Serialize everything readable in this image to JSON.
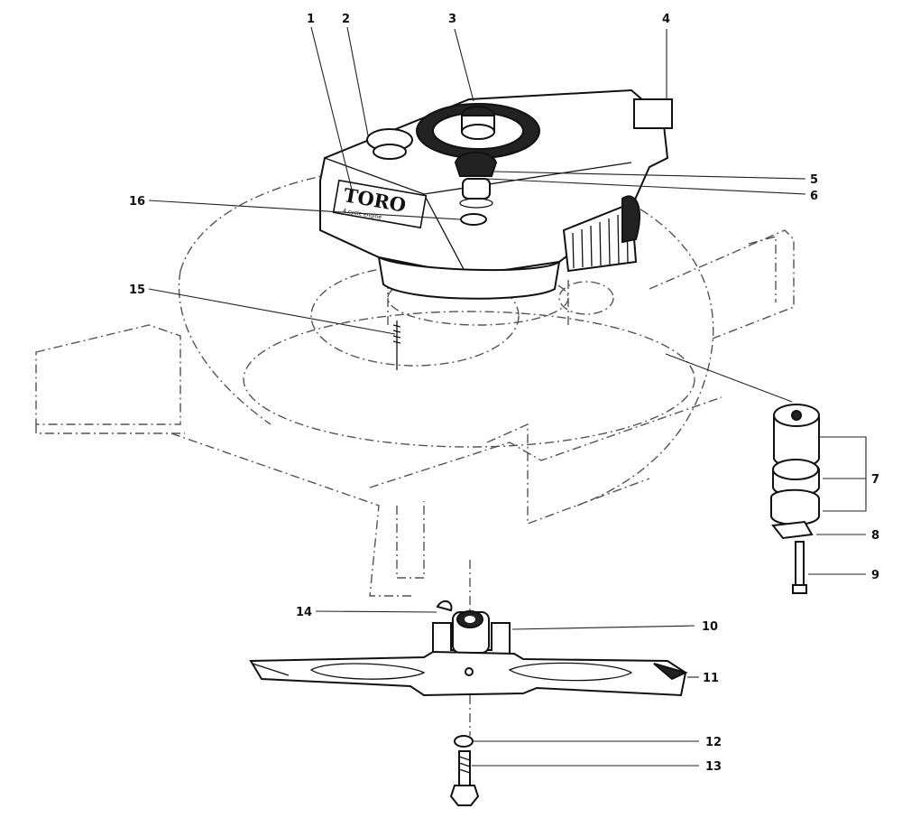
{
  "brand": {
    "logo": "TORO",
    "engine_tagline": "4 cycle engine"
  },
  "callouts": [
    {
      "id": "1",
      "label": "1"
    },
    {
      "id": "2",
      "label": "2"
    },
    {
      "id": "3",
      "label": "3"
    },
    {
      "id": "4",
      "label": "4"
    },
    {
      "id": "5",
      "label": "5"
    },
    {
      "id": "6",
      "label": "6"
    },
    {
      "id": "7",
      "label": "7"
    },
    {
      "id": "8",
      "label": "8"
    },
    {
      "id": "9",
      "label": "9"
    },
    {
      "id": "10",
      "label": "10"
    },
    {
      "id": "11",
      "label": "11"
    },
    {
      "id": "12",
      "label": "12"
    },
    {
      "id": "13",
      "label": "13"
    },
    {
      "id": "14",
      "label": "14"
    },
    {
      "id": "15",
      "label": "15"
    },
    {
      "id": "16",
      "label": "16"
    }
  ]
}
